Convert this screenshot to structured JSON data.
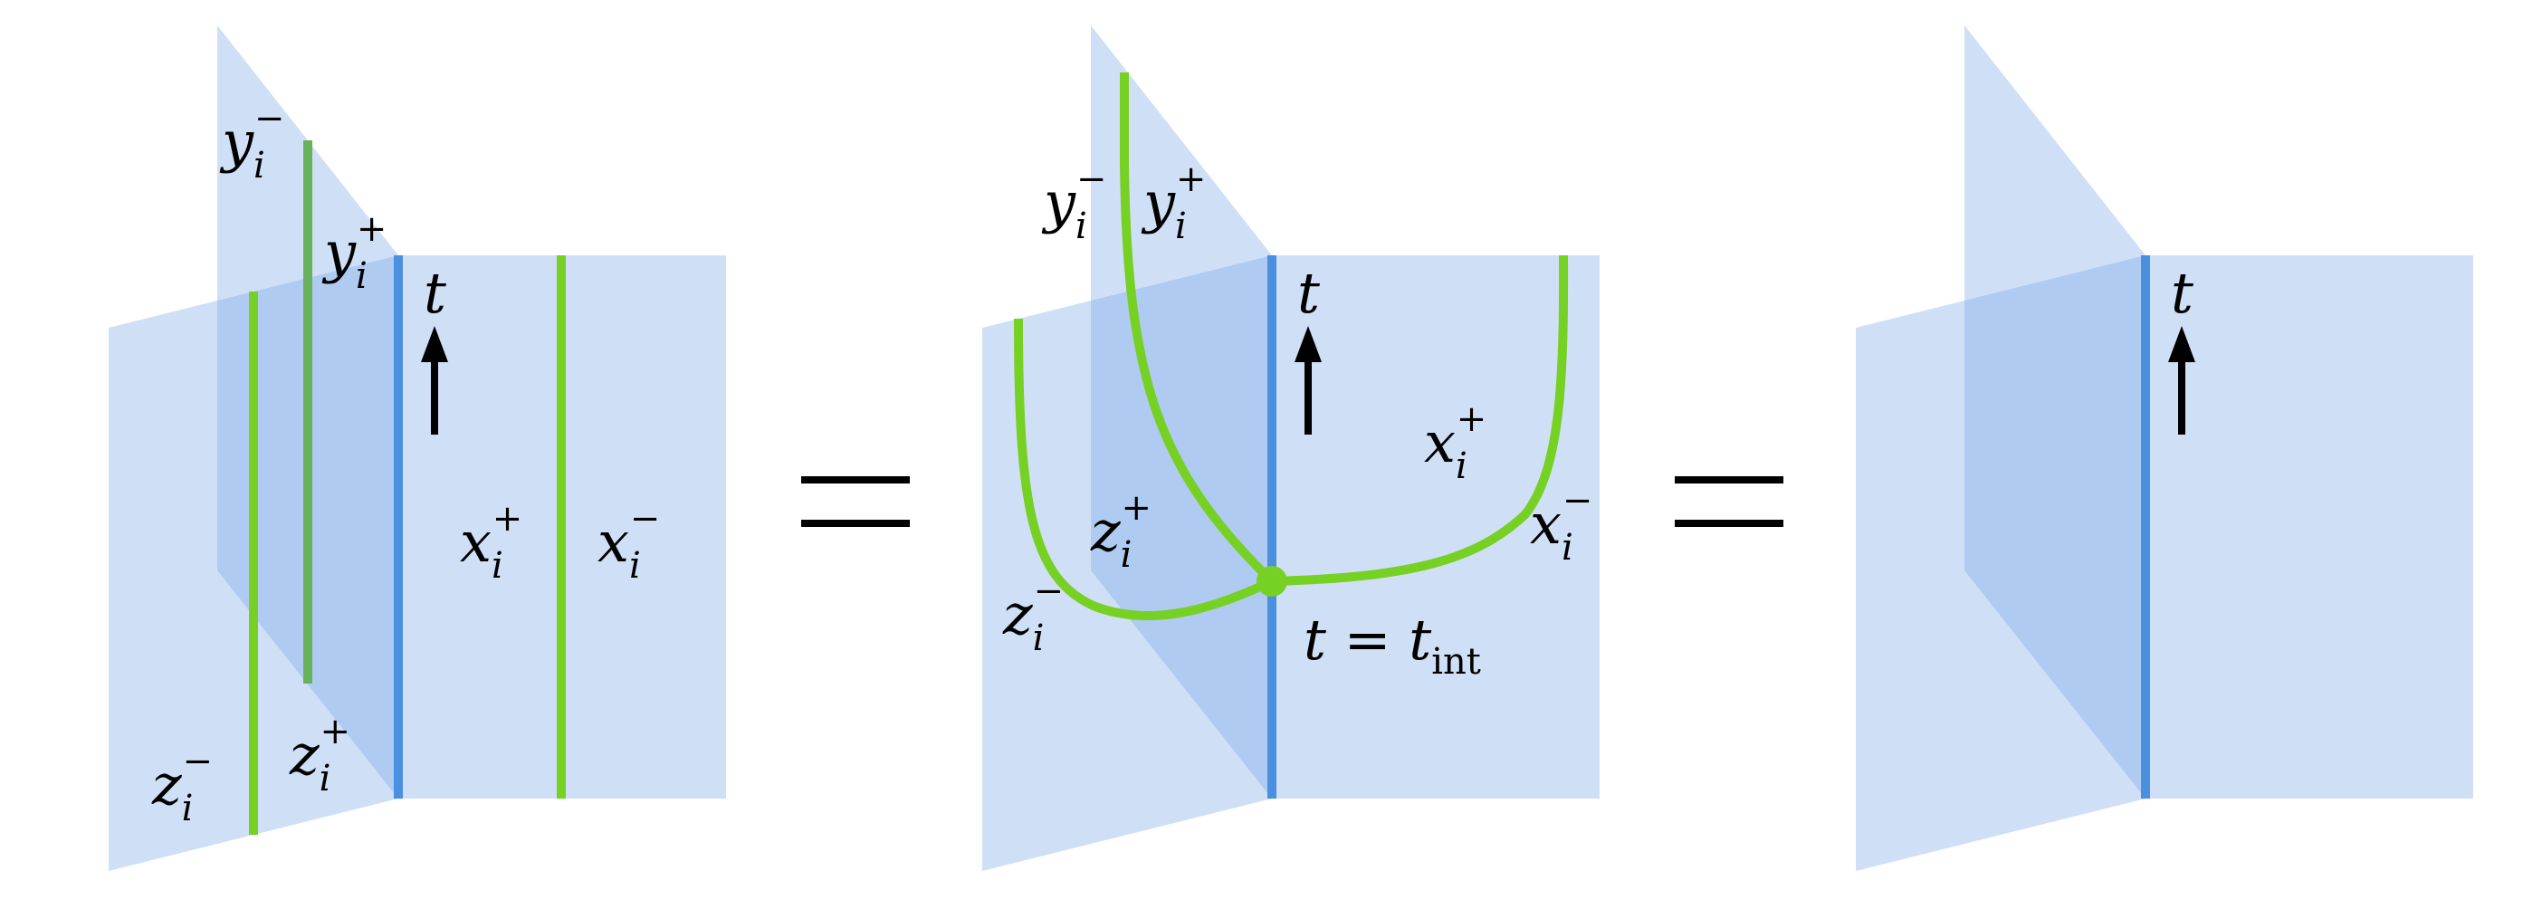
{
  "colors": {
    "sheet": "#cfe0f6",
    "overlap": "#afcbf1",
    "junction": "#4a8fe0",
    "green": "#77d024",
    "green_dim": "#69b25c",
    "ink": "#000000"
  },
  "equals": "=",
  "panels": [
    {
      "t": "t",
      "labels": {
        "y_minus": {
          "base": "y",
          "sub": "i",
          "sup": "−"
        },
        "y_plus": {
          "base": "y",
          "sub": "i",
          "sup": "+"
        },
        "x_plus": {
          "base": "x",
          "sub": "i",
          "sup": "+"
        },
        "x_minus": {
          "base": "x",
          "sub": "i",
          "sup": "−"
        },
        "z_minus": {
          "base": "z",
          "sub": "i",
          "sup": "−"
        },
        "z_plus": {
          "base": "z",
          "sub": "i",
          "sup": "+"
        }
      }
    },
    {
      "t": "t",
      "t_int": {
        "lhs": "t = t",
        "sub": "int"
      },
      "labels": {
        "y_minus": {
          "base": "y",
          "sub": "i",
          "sup": "−"
        },
        "y_plus": {
          "base": "y",
          "sub": "i",
          "sup": "+"
        },
        "x_plus": {
          "base": "x",
          "sub": "i",
          "sup": "+"
        },
        "x_minus": {
          "base": "x",
          "sub": "i",
          "sup": "−"
        },
        "z_plus": {
          "base": "z",
          "sub": "i",
          "sup": "+"
        },
        "z_minus": {
          "base": "z",
          "sub": "i",
          "sup": "−"
        }
      }
    },
    {
      "t": "t"
    }
  ]
}
